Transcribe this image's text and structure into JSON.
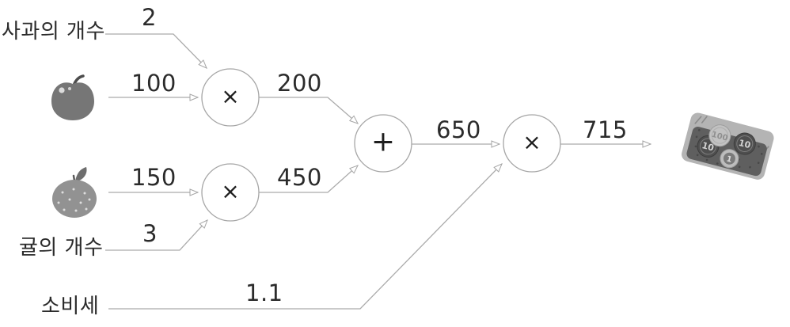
{
  "diagram": {
    "apple": {
      "count_label": "사과의 개수",
      "count": "2",
      "price": "100",
      "product": "200"
    },
    "orange": {
      "count_label": "귤의 개수",
      "count": "3",
      "price": "150",
      "product": "450"
    },
    "tax": {
      "label": "소비세",
      "rate": "1.1"
    },
    "subtotal": "650",
    "total": "715",
    "operators": {
      "multiply_apple": "×",
      "multiply_orange": "×",
      "add": "+",
      "multiply_tax": "×"
    },
    "money": {
      "coin_100": "100",
      "coin_10_left": "10",
      "coin_10_right": "10",
      "coin_1": "1"
    },
    "colors": {
      "line": "#ababab",
      "node_border": "#a6a6a6",
      "text": "#2b2b2b"
    }
  }
}
